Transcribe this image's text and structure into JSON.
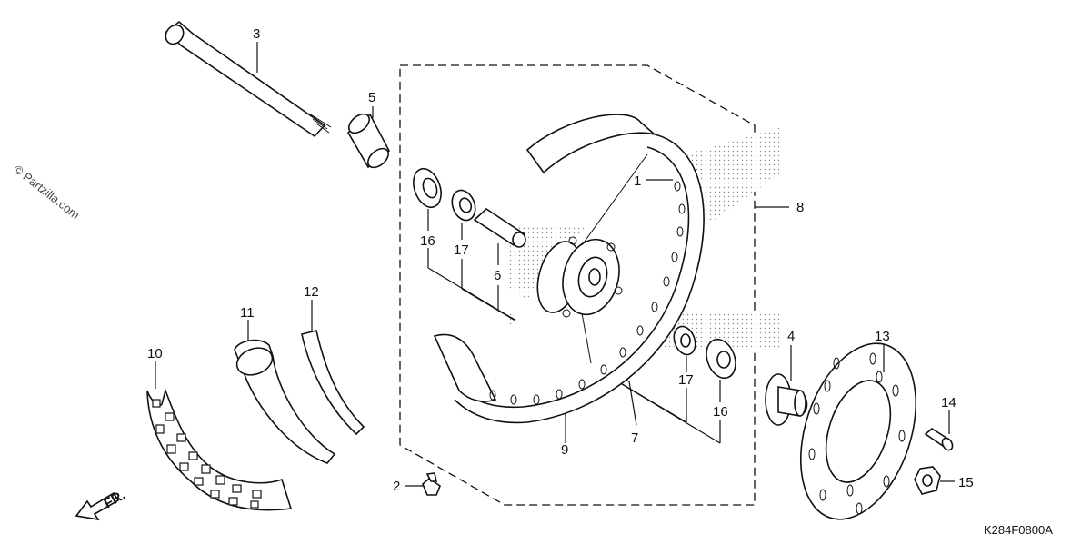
{
  "watermark": "© Partzilla.com",
  "diagram_code": "K284F0800A",
  "direction_label": "FR.",
  "callouts": [
    {
      "id": "c1",
      "label": "1"
    },
    {
      "id": "c2",
      "label": "2"
    },
    {
      "id": "c3",
      "label": "3"
    },
    {
      "id": "c4",
      "label": "4"
    },
    {
      "id": "c5",
      "label": "5"
    },
    {
      "id": "c6",
      "label": "6"
    },
    {
      "id": "c7",
      "label": "7"
    },
    {
      "id": "c8",
      "label": "8"
    },
    {
      "id": "c9",
      "label": "9"
    },
    {
      "id": "c10",
      "label": "10"
    },
    {
      "id": "c11",
      "label": "11"
    },
    {
      "id": "c12",
      "label": "12"
    },
    {
      "id": "c13",
      "label": "13"
    },
    {
      "id": "c14",
      "label": "14"
    },
    {
      "id": "c15",
      "label": "15"
    },
    {
      "id": "c16a",
      "label": "16"
    },
    {
      "id": "c16b",
      "label": "16"
    },
    {
      "id": "c17a",
      "label": "17"
    },
    {
      "id": "c17b",
      "label": "17"
    }
  ]
}
